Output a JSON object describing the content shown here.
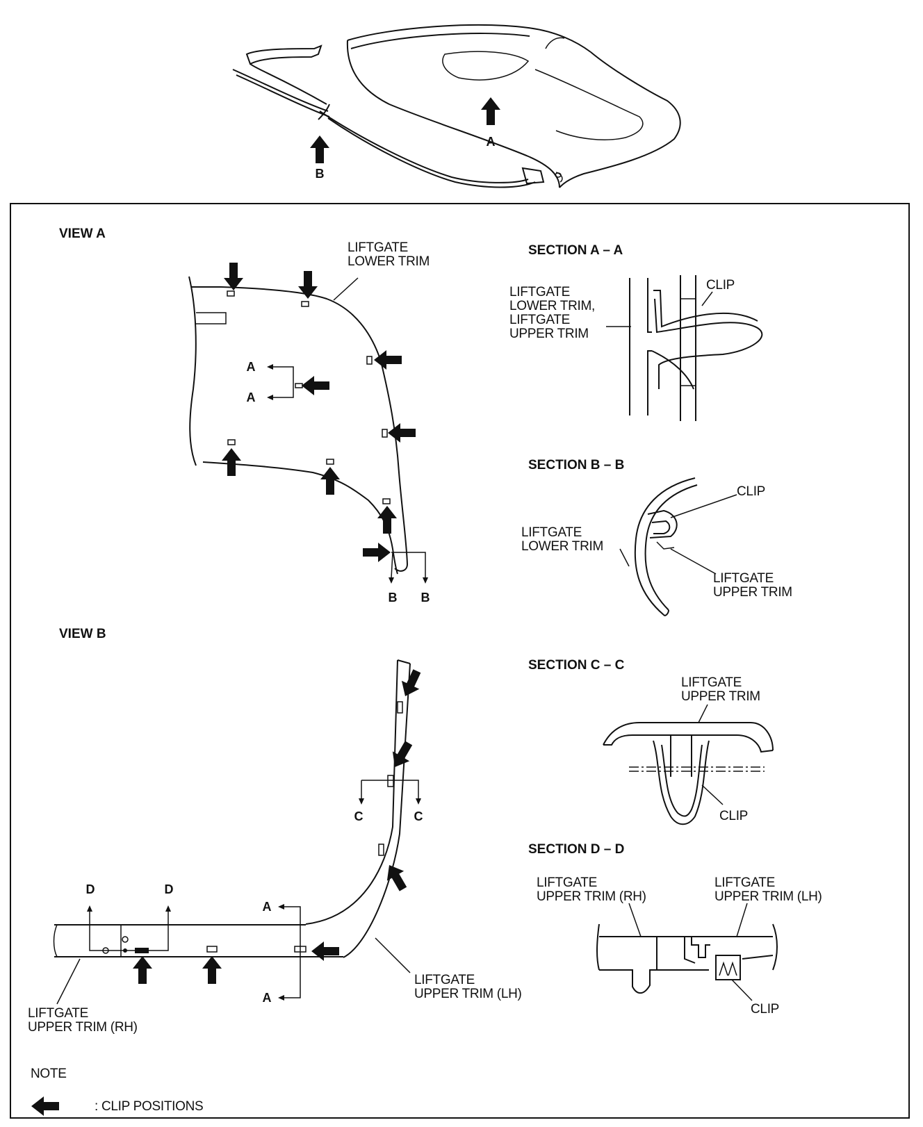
{
  "overview": {
    "arrow_a": "A",
    "arrow_b": "B"
  },
  "view_a": {
    "title": "VIEW A",
    "trim_label_1": "LIFTGATE",
    "trim_label_2": "LOWER TRIM",
    "cut_a": "A",
    "cut_b": "B"
  },
  "section_aa": {
    "title": "SECTION A – A",
    "clip": "CLIP",
    "label_lines": [
      "LIFTGATE",
      "LOWER TRIM,",
      "LIFTGATE",
      "UPPER TRIM"
    ]
  },
  "section_bb": {
    "title": "SECTION B – B",
    "clip": "CLIP",
    "lower_1": "LIFTGATE",
    "lower_2": "LOWER TRIM",
    "upper_1": "LIFTGATE",
    "upper_2": "UPPER TRIM"
  },
  "view_b": {
    "title": "VIEW B",
    "cut_a": "A",
    "cut_c": "C",
    "cut_d": "D",
    "lh_1": "LIFTGATE",
    "lh_2": "UPPER TRIM (LH)",
    "rh_1": "LIFTGATE",
    "rh_2": "UPPER TRIM (RH)"
  },
  "section_cc": {
    "title": "SECTION C – C",
    "upper_1": "LIFTGATE",
    "upper_2": "UPPER TRIM",
    "clip": "CLIP"
  },
  "section_dd": {
    "title": "SECTION D – D",
    "rh_1": "LIFTGATE",
    "rh_2": "UPPER TRIM (RH)",
    "lh_1": "LIFTGATE",
    "lh_2": "UPPER TRIM (LH)",
    "clip": "CLIP"
  },
  "note": {
    "title": "NOTE",
    "legend": ": CLIP POSITIONS"
  }
}
